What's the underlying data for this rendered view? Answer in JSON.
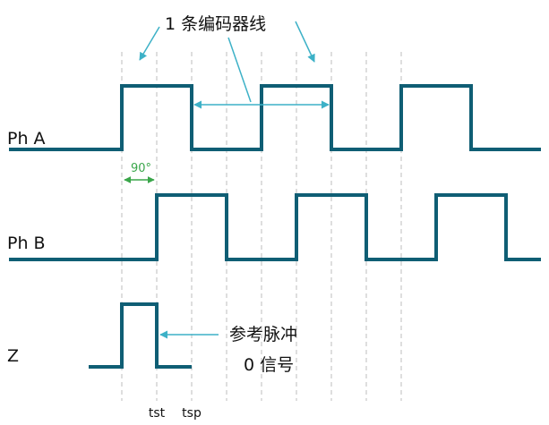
{
  "title_note": "1 条编码器线",
  "signals": {
    "a": {
      "label": "Ph A"
    },
    "b": {
      "label": "Ph B"
    },
    "z": {
      "label": "Z"
    }
  },
  "phase_label": "90°",
  "reference_note": {
    "line1": "参考脉冲",
    "line2": "0 信号"
  },
  "tick_labels": {
    "tst": "tst",
    "tsp": "tsp"
  },
  "colors": {
    "signal": "#0f5e74",
    "arrow": "#3db1c7",
    "phase": "#3aa64a",
    "guide": "#bdbdbd"
  }
}
